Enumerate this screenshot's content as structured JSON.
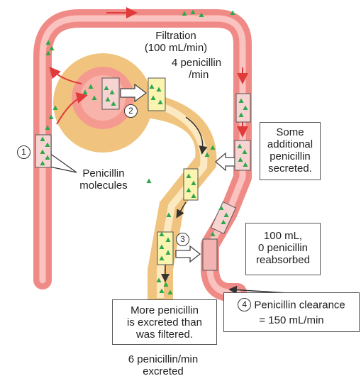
{
  "colors": {
    "page_bg": "#ffffff",
    "vessel": "#f08a86",
    "vessel_core": "#ffd6d3",
    "tubule": "#f0c47e",
    "tubule_core": "#fff2d2",
    "plasma_box": "#f7d3d2",
    "filtrate_box": "#fbf3b0",
    "molecule": "#2da84a",
    "vessel_arrow": "#e03a3a"
  },
  "steps": {
    "s1": "1",
    "s2": "2",
    "s3": "3",
    "s4": "4"
  },
  "labels": {
    "filtration_line1": "Filtration",
    "filtration_line2": "(100 mL/min)",
    "filtered_line1": "4 penicillin",
    "filtered_line2": "/min",
    "molecules_line1": "Penicillin",
    "molecules_line2": "molecules",
    "secreted_line1": "Some",
    "secreted_line2": "additional",
    "secreted_line3": "penicillin",
    "secreted_line4": "secreted.",
    "reabsorbed_line1": "100 mL,",
    "reabsorbed_line2": "0 penicillin",
    "reabsorbed_line3": "reabsorbed",
    "clearance_line1": "Penicillin clearance",
    "clearance_line2": "= 150 mL/min",
    "excreted_more_line1": "More penicillin",
    "excreted_more_line2": "is excreted than",
    "excreted_more_line3": "was filtered.",
    "excreted_rate_line1": "6 penicillin/min",
    "excreted_rate_line2": "excreted"
  }
}
